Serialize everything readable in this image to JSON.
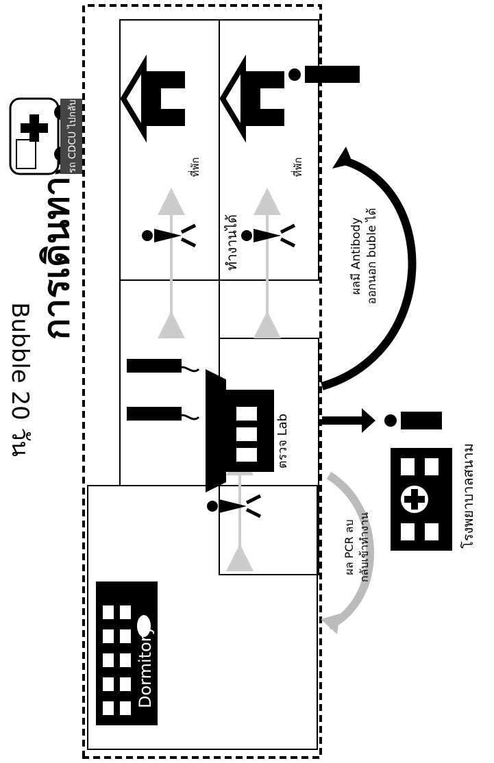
{
  "title": "การเดินทาง",
  "subtitle": "Bubble 20 วัน",
  "vehicle_label": "รถ CDCU ไปกลับ",
  "dormitory_label": "Dormitory",
  "lab_label": "ตรวจ Lab",
  "work_label": "ทำงานได้",
  "accommodation_label_1": "ที่พัก",
  "accommodation_label_2": "ที่พัก",
  "antibody_line1": "ผลมี Antibody",
  "antibody_line2": "ออกนอก buble ได้",
  "pcr_line1": "ผล PCR ลบ",
  "pcr_line2": "กลับเข้าทำงาน",
  "hospital_label": "โรงพยาบาลสนาม"
}
